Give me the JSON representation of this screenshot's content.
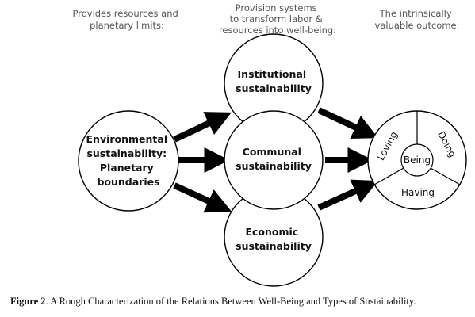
{
  "headers": {
    "left": [
      "Provides resources and",
      "planetary limits:"
    ],
    "middle": [
      "Provision systems",
      "to transform labor &",
      "resources into well-being:"
    ],
    "right": [
      "The intrinsically",
      "valuable outcome:"
    ]
  },
  "nodes": {
    "environmental": [
      "Environmental",
      "sustainability:",
      "Planetary",
      "boundaries"
    ],
    "institutional": [
      "Institutional",
      "sustainability"
    ],
    "communal": [
      "Communal",
      "sustainability"
    ],
    "economic": [
      "Economic",
      "sustainability"
    ]
  },
  "wellbeing": {
    "center": "Being",
    "loving": "Loving",
    "doing": "Doing",
    "having": "Having"
  },
  "caption": {
    "label": "Figure 2",
    "text": ". A Rough Characterization of the Relations Between Well-Being and Types of Sustainability."
  }
}
